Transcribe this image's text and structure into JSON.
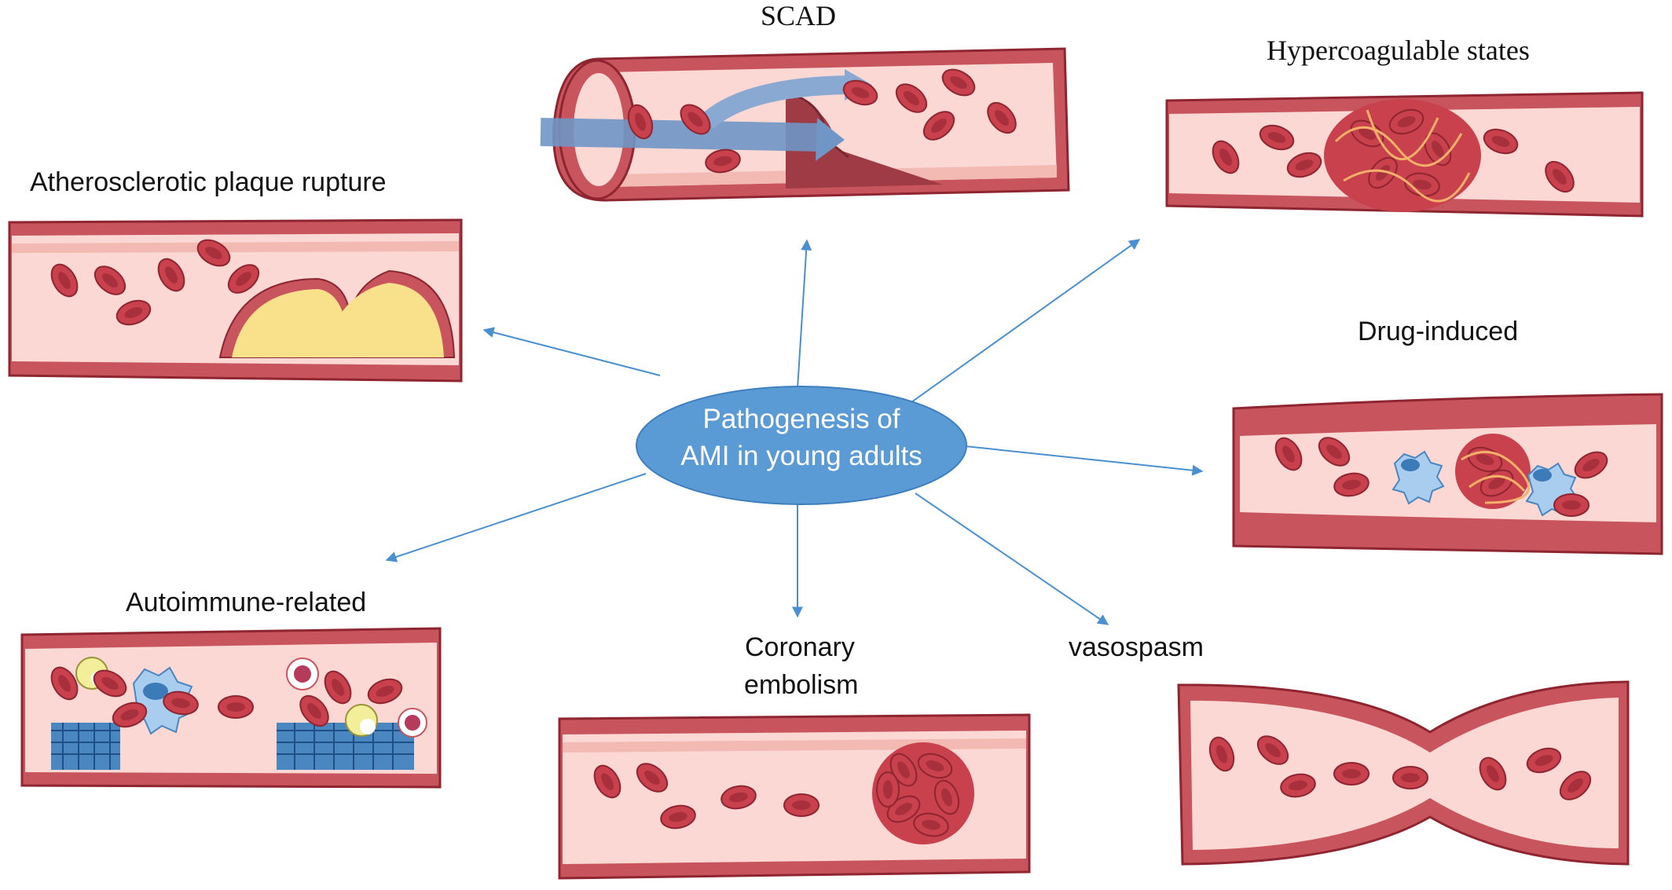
{
  "center": {
    "line1": "Pathogenesis of",
    "line2": "AMI in young adults"
  },
  "labels": {
    "scad": "SCAD",
    "hypercoagulable": "Hypercoagulable states",
    "atherosclerotic": "Atherosclerotic plaque rupture",
    "drug_induced": "Drug-induced",
    "autoimmune": "Autoimmune-related",
    "coronary_line1": "Coronary",
    "coronary_line2": "embolism",
    "vasospasm": "vasospasm"
  },
  "colors": {
    "center_fill": "#5b9bd5",
    "arrow": "#4a90d0",
    "vessel_wall": "#c8555d",
    "vessel_inner": "#fbd8d4",
    "vessel_dark": "#9e3b45",
    "rbc": "#c8414d",
    "plaque": "#f9e08a",
    "fibrin": "#f5b06a",
    "immune_blue": "#5aa2dc",
    "immune_yellow": "#f2ee9a"
  }
}
